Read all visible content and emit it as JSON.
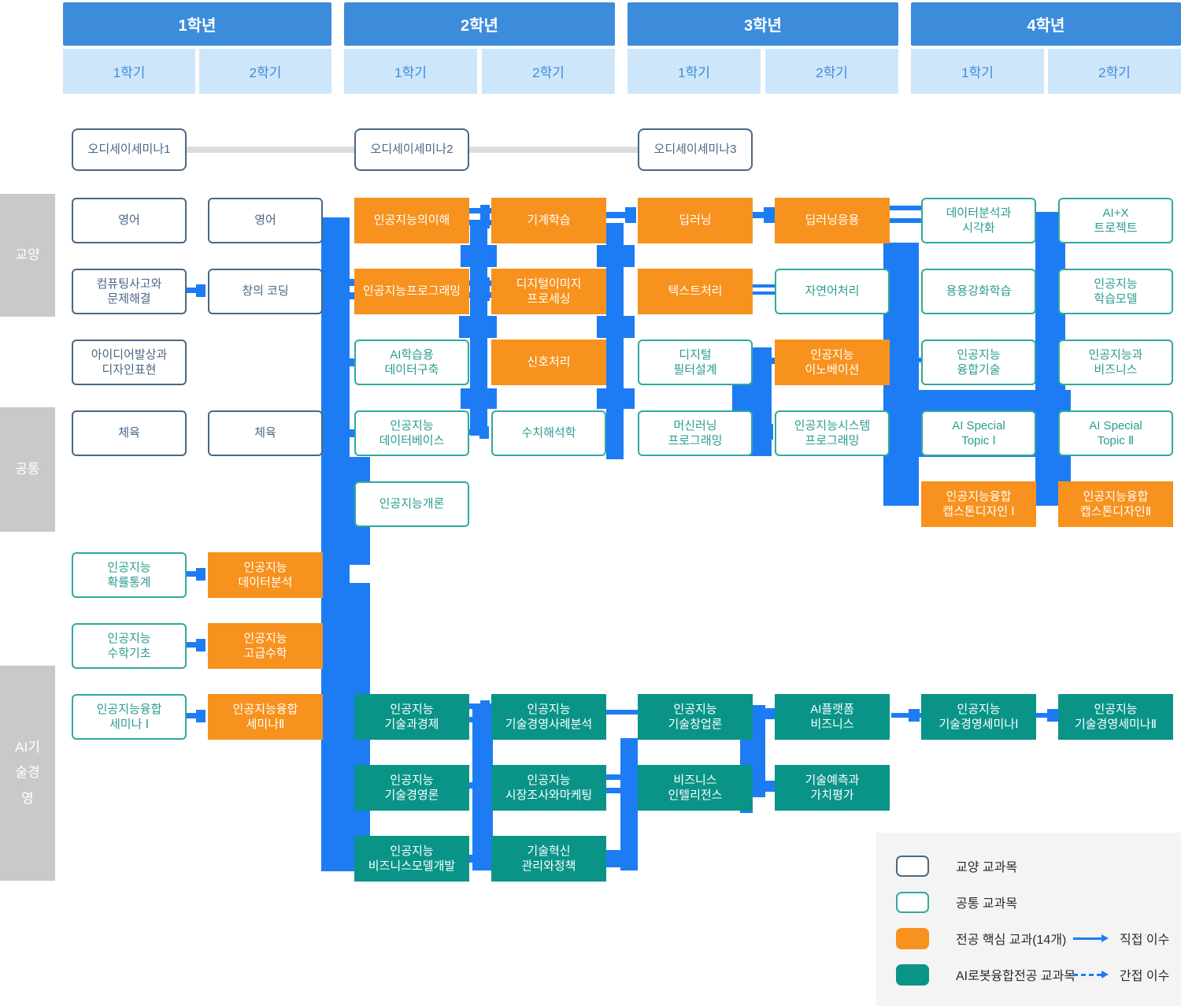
{
  "header": {
    "years": [
      {
        "label": "1학년",
        "semesters": [
          "1학기",
          "2학기"
        ]
      },
      {
        "label": "2학년",
        "semesters": [
          "1학기",
          "2학기"
        ]
      },
      {
        "label": "3학년",
        "semesters": [
          "1학기",
          "2학기"
        ]
      },
      {
        "label": "4학년",
        "semesters": [
          "1학기",
          "2학기"
        ]
      }
    ]
  },
  "side_labels": [
    {
      "label": "교양"
    },
    {
      "label": "공통"
    },
    {
      "label": "AI기술경영"
    }
  ],
  "odyssey": [
    {
      "label": "오디세이세미나1",
      "year": 1,
      "semester": 1
    },
    {
      "label": "오디세이세미나2",
      "year": 2,
      "semester": 1
    },
    {
      "label": "오디세이세미나3",
      "year": 3,
      "semester": 1
    }
  ],
  "courses": [
    {
      "label": "영어",
      "year": 1,
      "semester": 1,
      "row": 0,
      "type": "liberal"
    },
    {
      "label": "영어",
      "year": 1,
      "semester": 2,
      "row": 0,
      "type": "liberal"
    },
    {
      "label": "인공지능의이해",
      "year": 2,
      "semester": 1,
      "row": 0,
      "type": "core"
    },
    {
      "label": "기계학습",
      "year": 2,
      "semester": 2,
      "row": 0,
      "type": "core"
    },
    {
      "label": "딥러닝",
      "year": 3,
      "semester": 1,
      "row": 0,
      "type": "core"
    },
    {
      "label": "딥러닝응용",
      "year": 3,
      "semester": 2,
      "row": 0,
      "type": "core"
    },
    {
      "label": "데이터분석과\n시각화",
      "year": 4,
      "semester": 1,
      "row": 0,
      "type": "common"
    },
    {
      "label": "AI+X\n트로젝트",
      "year": 4,
      "semester": 2,
      "row": 0,
      "type": "common"
    },
    {
      "label": "컴퓨팅사고와\n문제해결",
      "year": 1,
      "semester": 1,
      "row": 1,
      "type": "liberal"
    },
    {
      "label": "창의 코딩",
      "year": 1,
      "semester": 2,
      "row": 1,
      "type": "liberal"
    },
    {
      "label": "인공지능프로그래밍",
      "year": 2,
      "semester": 1,
      "row": 1,
      "type": "core"
    },
    {
      "label": "디지털이미지\n프로세싱",
      "year": 2,
      "semester": 2,
      "row": 1,
      "type": "core"
    },
    {
      "label": "텍스트처리",
      "year": 3,
      "semester": 1,
      "row": 1,
      "type": "core"
    },
    {
      "label": "자연어처리",
      "year": 3,
      "semester": 2,
      "row": 1,
      "type": "common"
    },
    {
      "label": "용용강화학습",
      "year": 4,
      "semester": 1,
      "row": 1,
      "type": "common"
    },
    {
      "label": "인공지능\n학습모델",
      "year": 4,
      "semester": 2,
      "row": 1,
      "type": "common"
    },
    {
      "label": "아이디어발상과\n디자인표현",
      "year": 1,
      "semester": 1,
      "row": 2,
      "type": "liberal"
    },
    {
      "label": "AI학습용\n데이터구축",
      "year": 2,
      "semester": 1,
      "row": 2,
      "type": "common"
    },
    {
      "label": "신호처리",
      "year": 2,
      "semester": 2,
      "row": 2,
      "type": "core"
    },
    {
      "label": "디지털\n필터설계",
      "year": 3,
      "semester": 1,
      "row": 2,
      "type": "common"
    },
    {
      "label": "인공지능\n이노베이션",
      "year": 3,
      "semester": 2,
      "row": 2,
      "type": "core"
    },
    {
      "label": "인공지능\n융합기술",
      "year": 4,
      "semester": 1,
      "row": 2,
      "type": "common"
    },
    {
      "label": "인공지능과\n비즈니스",
      "year": 4,
      "semester": 2,
      "row": 2,
      "type": "common"
    },
    {
      "label": "체육",
      "year": 1,
      "semester": 1,
      "row": 3,
      "type": "liberal"
    },
    {
      "label": "체육",
      "year": 1,
      "semester": 2,
      "row": 3,
      "type": "liberal"
    },
    {
      "label": "인공지능\n데이터베이스",
      "year": 2,
      "semester": 1,
      "row": 3,
      "type": "common"
    },
    {
      "label": "수치해석학",
      "year": 2,
      "semester": 2,
      "row": 3,
      "type": "common"
    },
    {
      "label": "머신러닝\n프로그래밍",
      "year": 3,
      "semester": 1,
      "row": 3,
      "type": "common"
    },
    {
      "label": "인공지능시스템\n프로그래밍",
      "year": 3,
      "semester": 2,
      "row": 3,
      "type": "common"
    },
    {
      "label": "AI Special\nTopic Ⅰ",
      "year": 4,
      "semester": 1,
      "row": 3,
      "type": "common"
    },
    {
      "label": "AI Special\nTopic Ⅱ",
      "year": 4,
      "semester": 2,
      "row": 3,
      "type": "common"
    },
    {
      "label": "인공지능개론",
      "year": 2,
      "semester": 1,
      "row": 4,
      "type": "common"
    },
    {
      "label": "인공지능융합\n캡스톤디자인 Ⅰ",
      "year": 4,
      "semester": 1,
      "row": 4,
      "type": "core"
    },
    {
      "label": "인공지능융합\n캡스톤디자인Ⅱ",
      "year": 4,
      "semester": 2,
      "row": 4,
      "type": "core"
    },
    {
      "label": "인공지능\n확률통계",
      "year": 1,
      "semester": 1,
      "row": 5,
      "type": "common"
    },
    {
      "label": "인공지능\n데이터분석",
      "year": 1,
      "semester": 2,
      "row": 5,
      "type": "core"
    },
    {
      "label": "인공지능\n수학기초",
      "year": 1,
      "semester": 1,
      "row": 6,
      "type": "common"
    },
    {
      "label": "인공지능\n고급수학",
      "year": 1,
      "semester": 2,
      "row": 6,
      "type": "core"
    },
    {
      "label": "인공지능융합\n세미나 Ⅰ",
      "year": 1,
      "semester": 1,
      "row": 7,
      "type": "common"
    },
    {
      "label": "인공지능융합\n세미나Ⅱ",
      "year": 1,
      "semester": 2,
      "row": 7,
      "type": "core"
    },
    {
      "label": "인공지능\n기술과경제",
      "year": 2,
      "semester": 1,
      "row": 7,
      "type": "airobot"
    },
    {
      "label": "인공지능\n기술경영사례분석",
      "year": 2,
      "semester": 2,
      "row": 7,
      "type": "airobot"
    },
    {
      "label": "인공지능\n기술창업론",
      "year": 3,
      "semester": 1,
      "row": 7,
      "type": "airobot"
    },
    {
      "label": "AI플랫폼\n비즈니스",
      "year": 3,
      "semester": 2,
      "row": 7,
      "type": "airobot"
    },
    {
      "label": "인공지능\n기술경영세미나Ⅰ",
      "year": 4,
      "semester": 1,
      "row": 7,
      "type": "airobot"
    },
    {
      "label": "인공지능\n기술경영세미나Ⅱ",
      "year": 4,
      "semester": 2,
      "row": 7,
      "type": "airobot"
    },
    {
      "label": "인공지능\n기술경영론",
      "year": 2,
      "semester": 1,
      "row": 8,
      "type": "airobot"
    },
    {
      "label": "인공지능\n시장조사와마케팅",
      "year": 2,
      "semester": 2,
      "row": 8,
      "type": "airobot"
    },
    {
      "label": "비즈니스\n인텔리전스",
      "year": 3,
      "semester": 1,
      "row": 8,
      "type": "airobot"
    },
    {
      "label": "기술예측과\n가치평가",
      "year": 3,
      "semester": 2,
      "row": 8,
      "type": "airobot"
    },
    {
      "label": "인공지능\n비즈니스모델개발",
      "year": 2,
      "semester": 1,
      "row": 9,
      "type": "airobot"
    },
    {
      "label": "기술혁신\n관리와정책",
      "year": 2,
      "semester": 2,
      "row": 9,
      "type": "airobot"
    }
  ],
  "legend": {
    "items": [
      {
        "label": "교양 교과목",
        "type": "liberal"
      },
      {
        "label": "공통 교과목",
        "type": "common"
      },
      {
        "label": "전공 핵심 교과(14개)",
        "type": "core"
      },
      {
        "label": "AI로봇융합전공 교과목",
        "type": "airobot"
      }
    ],
    "arrows": [
      {
        "label": "직접 이수",
        "style": "solid"
      },
      {
        "label": "간접 이수",
        "style": "dashed"
      }
    ]
  },
  "colors": {
    "header_blue": "#3d8cdb",
    "header_light": "#cde6fa",
    "core_orange": "#f7921e",
    "airobot_teal": "#0a9488",
    "common_border": "#2faa9e",
    "common_text": "#2b9c92",
    "liberal_border": "#4a6785",
    "connector_blue": "#1d7cf4",
    "side_label_gray": "#c9c9c9",
    "legend_bg": "#f4f4f4"
  }
}
